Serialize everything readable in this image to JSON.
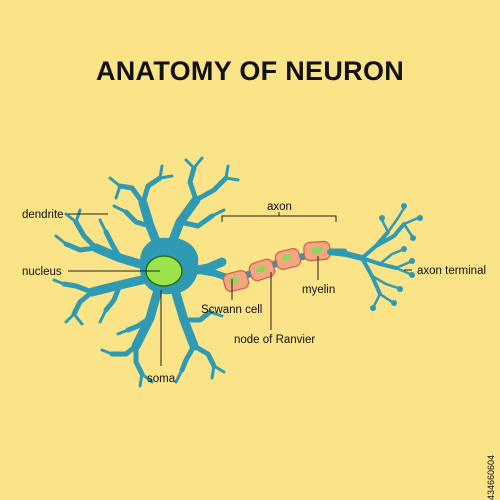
{
  "title": "ANATOMY OF NEURON",
  "labels": {
    "dendrite": "dendrite",
    "nucleus": "nucleus",
    "soma": "soma",
    "axon": "axon",
    "myelin": "myelin",
    "schwann_cell": "Scwann cell",
    "node_of_ranvier": "node of Ranvier",
    "axon_terminal": "axon terminal"
  },
  "watermark": "434660604",
  "colors": {
    "background": "#fbe388",
    "neuron": "#2f9ab3",
    "neuron_outline": "#1d6f86",
    "nucleus": "#9be34a",
    "myelin": "#f3a77e",
    "myelin_nucleus": "#8fd75a",
    "line": "#222222"
  }
}
